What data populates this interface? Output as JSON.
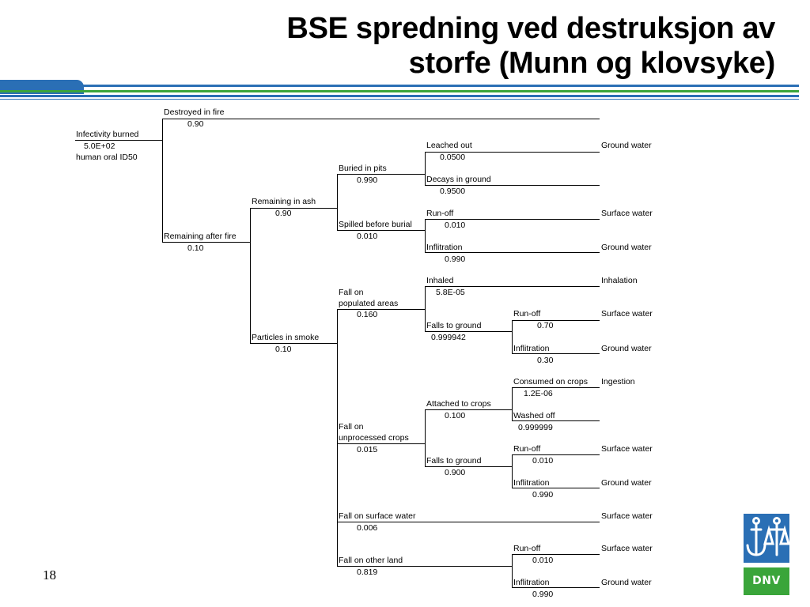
{
  "header": {
    "title_line1": "BSE spredning ved destruksjon av",
    "title_line2": "storfe (Munn og klovsyke)"
  },
  "colors": {
    "accent_blue": "#2a6fb5",
    "accent_green": "#3aa53a"
  },
  "tree": {
    "root_label": "Infectivity burned",
    "root_value": "5.0E+02",
    "root_unit": "human oral ID50",
    "n_destroyed_label": "Destroyed in fire",
    "n_destroyed_prob": "0.90",
    "n_remaining_label": "Remaining after fire",
    "n_remaining_prob": "0.10",
    "n_ash_label": "Remaining in ash",
    "n_ash_prob": "0.90",
    "n_smoke_label": "Particles in smoke",
    "n_smoke_prob": "0.10",
    "n_buried_label": "Buried in pits",
    "n_buried_prob": "0.990",
    "n_leached_label": "Leached out",
    "n_leached_prob": "0.0500",
    "o_leached": "Ground water",
    "n_decays_label": "Decays in ground",
    "n_decays_prob": "0.9500",
    "n_spilled_label": "Spilled before burial",
    "n_spilled_prob": "0.010",
    "n_runoff1_label": "Run-off",
    "n_runoff1_prob": "0.010",
    "o_runoff1": "Surface water",
    "n_infil1_label": "Inflitration",
    "n_infil1_prob": "0.990",
    "o_infil1": "Ground water",
    "n_populated_label1": "Fall on",
    "n_populated_label2": "populated areas",
    "n_populated_prob": "0.160",
    "n_inhaled_label": "Inhaled",
    "n_inhaled_prob": "5.8E-05",
    "o_inhaled": "Inhalation",
    "n_fallsground1_label": "Falls to ground",
    "n_fallsground1_prob": "0.999942",
    "n_runoff2_label": "Run-off",
    "n_runoff2_prob": "0.70",
    "o_runoff2": "Surface water",
    "n_infil2_label": "Inflitration",
    "n_infil2_prob": "0.30",
    "o_infil2": "Ground water",
    "n_crops_label1": "Fall on",
    "n_crops_label2": "unprocessed crops",
    "n_crops_prob": "0.015",
    "n_attached_label": "Attached to crops",
    "n_attached_prob": "0.100",
    "n_consumed_label": "Consumed on crops",
    "n_consumed_prob": "1.2E-06",
    "o_consumed": "Ingestion",
    "n_washed_label": "Washed off",
    "n_washed_prob": "0.999999",
    "n_fallsground2_label": "Falls to ground",
    "n_fallsground2_prob": "0.900",
    "n_runoff3_label": "Run-off",
    "n_runoff3_prob": "0.010",
    "o_runoff3": "Surface water",
    "n_infil3_label": "Inflitration",
    "n_infil3_prob": "0.990",
    "o_infil3": "Ground water",
    "n_surfacewater_label": "Fall on surface water",
    "n_surfacewater_prob": "0.006",
    "o_surfacewater": "Surface water",
    "n_otherland_label": "Fall on other land",
    "n_otherland_prob": "0.819",
    "n_runoff4_label": "Run-off",
    "n_runoff4_prob": "0.010",
    "o_runoff4": "Surface water",
    "n_infil4_label": "Inflitration",
    "n_infil4_prob": "0.990",
    "o_infil4": "Ground water"
  },
  "footer": {
    "page_number": "18",
    "logo_text": "DNV",
    "logo_icon": "anchor-scales-icon"
  }
}
